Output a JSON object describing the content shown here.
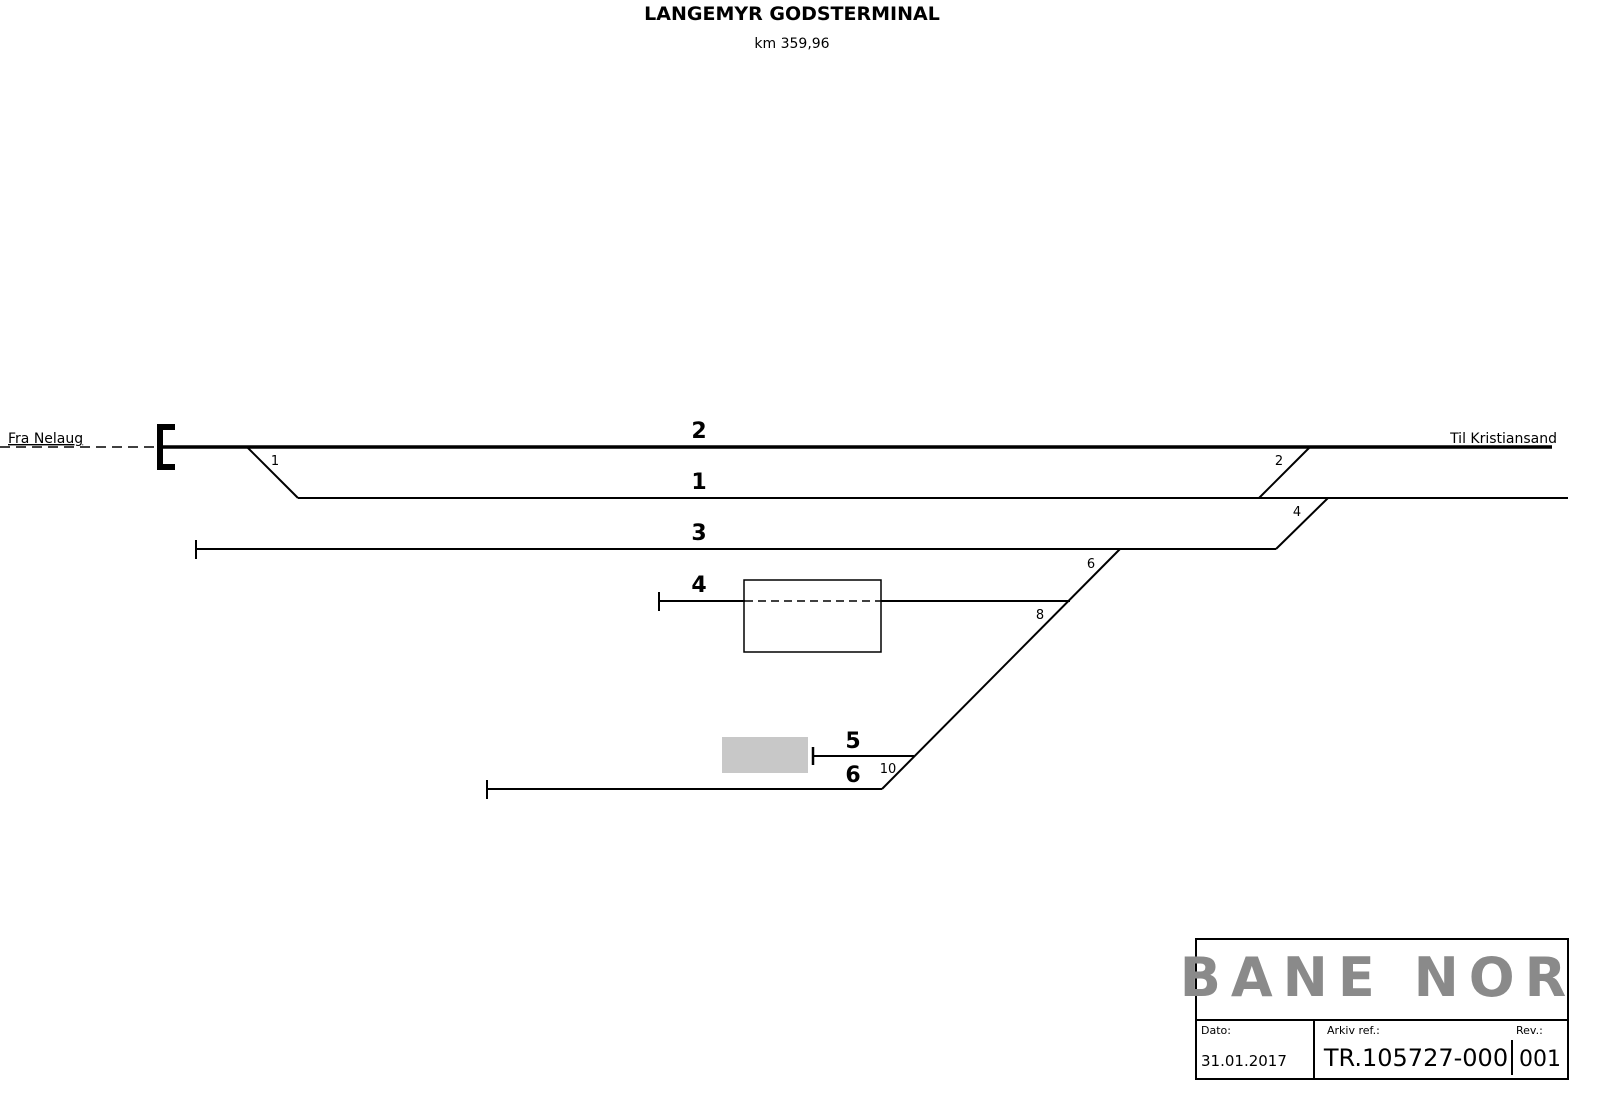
{
  "header": {
    "title": "LANGEMYR GODSTERMINAL",
    "km": "km 359,96"
  },
  "directions": {
    "from": "Fra Nelaug",
    "to": "Til Kristiansand"
  },
  "tracks": [
    "2",
    "1",
    "3",
    "4",
    "5",
    "6"
  ],
  "switches": [
    "1",
    "2",
    "4",
    "6",
    "8",
    "10"
  ],
  "title_block": {
    "logo": "BANE NOR",
    "date_label": "Dato:",
    "date": "31.01.2017",
    "archive_label": "Arkiv ref.:",
    "archive": "TR.105727-000",
    "rev_label": "Rev.:",
    "rev": "001"
  },
  "colors": {
    "line": "#000000",
    "logo": "#8a8a8a",
    "platform": "#c8c8c8"
  }
}
